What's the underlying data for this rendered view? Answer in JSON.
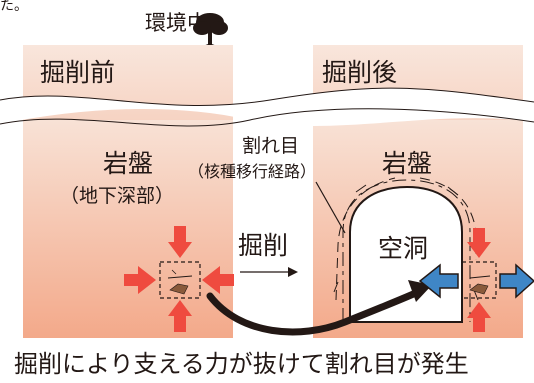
{
  "diagram": {
    "top_fragment": "た。",
    "environment_label": "環境中",
    "before": {
      "title": "掘削前",
      "rock_label": "岩盤",
      "rock_sublabel": "（地下深部）"
    },
    "after": {
      "title": "掘削後",
      "rock_label": "岩盤",
      "cavity_label": "空洞"
    },
    "fracture": {
      "label": "割れ目",
      "sublabel": "（核種移行経路）"
    },
    "process_label": "掘削",
    "caption": "掘削により支える力が抜けて割れ目が発生"
  },
  "colors": {
    "rock_fill_top": "#f8e2d6",
    "rock_fill_bottom": "#f3a98a",
    "arrow_red": "#ef4b3f",
    "arrow_blue": "#3f86c6",
    "text": "#231815",
    "tree": "#231815"
  },
  "icons": {
    "tree": "tree-icon",
    "pressure": "pressure-arrow-icon",
    "release": "release-arrow-icon"
  }
}
